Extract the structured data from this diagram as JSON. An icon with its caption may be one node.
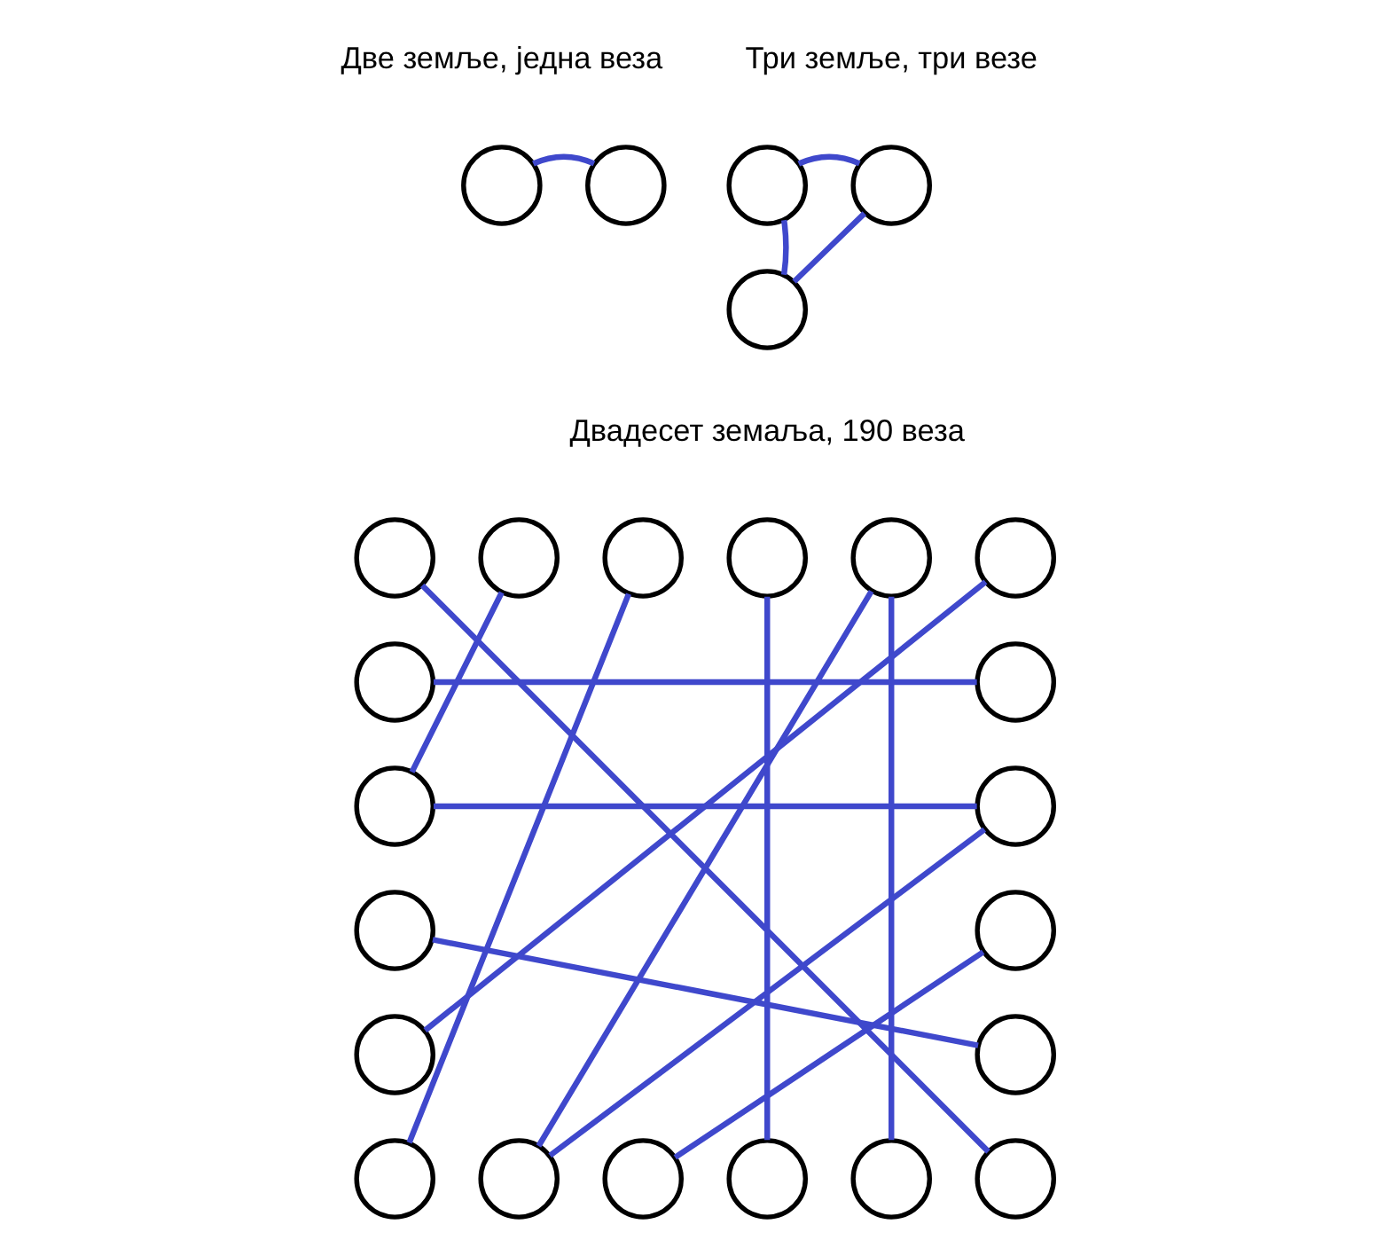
{
  "diagram": {
    "nodes": [
      {
        "text": [],
        "shape": "circle"
      },
      {
        "text": [],
        "shape": "circle"
      },
      {
        "text": [],
        "shape": "circle"
      },
      {
        "text": [],
        "shape": "circle"
      },
      {
        "text": [],
        "shape": "circle"
      },
      {
        "text": [],
        "shape": "circle"
      },
      {
        "text": [],
        "shape": "circle"
      },
      {
        "text": [],
        "shape": "circle"
      },
      {
        "text": [],
        "shape": "circle"
      },
      {
        "text": [],
        "shape": "circle"
      },
      {
        "text": [],
        "shape": "circle"
      },
      {
        "text": [],
        "shape": "circle"
      },
      {
        "text": [],
        "shape": "circle"
      },
      {
        "text": [],
        "shape": "circle"
      },
      {
        "text": [],
        "shape": "circle"
      },
      {
        "text": [],
        "shape": "circle"
      },
      {
        "text": [],
        "shape": "circle"
      },
      {
        "text": [],
        "shape": "circle"
      },
      {
        "text": [],
        "shape": "circle"
      },
      {
        "text": [],
        "shape": "circle"
      },
      {
        "text": [],
        "shape": "circle"
      },
      {
        "text": [],
        "shape": "circle"
      },
      {
        "text": [],
        "shape": "circle"
      },
      {
        "text": [],
        "shape": "circle"
      },
      {
        "text": [],
        "shape": "circle"
      }
    ],
    "edges": [
      {
        "from": 0,
        "to": 1,
        "arrow": "none"
      },
      {
        "from": 2,
        "to": 3,
        "arrow": "none"
      },
      {
        "from": 2,
        "to": 4,
        "arrow": "none"
      },
      {
        "from": 3,
        "to": 4,
        "arrow": "none"
      },
      {
        "from": 5,
        "to": 24,
        "arrow": "none"
      },
      {
        "from": 6,
        "to": 13,
        "arrow": "none"
      },
      {
        "from": 11,
        "to": 12,
        "arrow": "none"
      },
      {
        "from": 7,
        "to": 19,
        "arrow": "none"
      },
      {
        "from": 8,
        "to": 22,
        "arrow": "none"
      },
      {
        "from": 9,
        "to": 23,
        "arrow": "none"
      },
      {
        "from": 9,
        "to": 20,
        "arrow": "none"
      },
      {
        "from": 10,
        "to": 17,
        "arrow": "none"
      },
      {
        "from": 13,
        "to": 14,
        "arrow": "none"
      },
      {
        "from": 15,
        "to": 18,
        "arrow": "none"
      },
      {
        "from": 14,
        "to": 20,
        "arrow": "none"
      },
      {
        "from": 16,
        "to": 21,
        "arrow": "none"
      }
    ],
    "labels": [
      "Две земље, једна веза",
      "Три земље, три везе",
      "Двадесет земаља, 190 веза"
    ]
  }
}
